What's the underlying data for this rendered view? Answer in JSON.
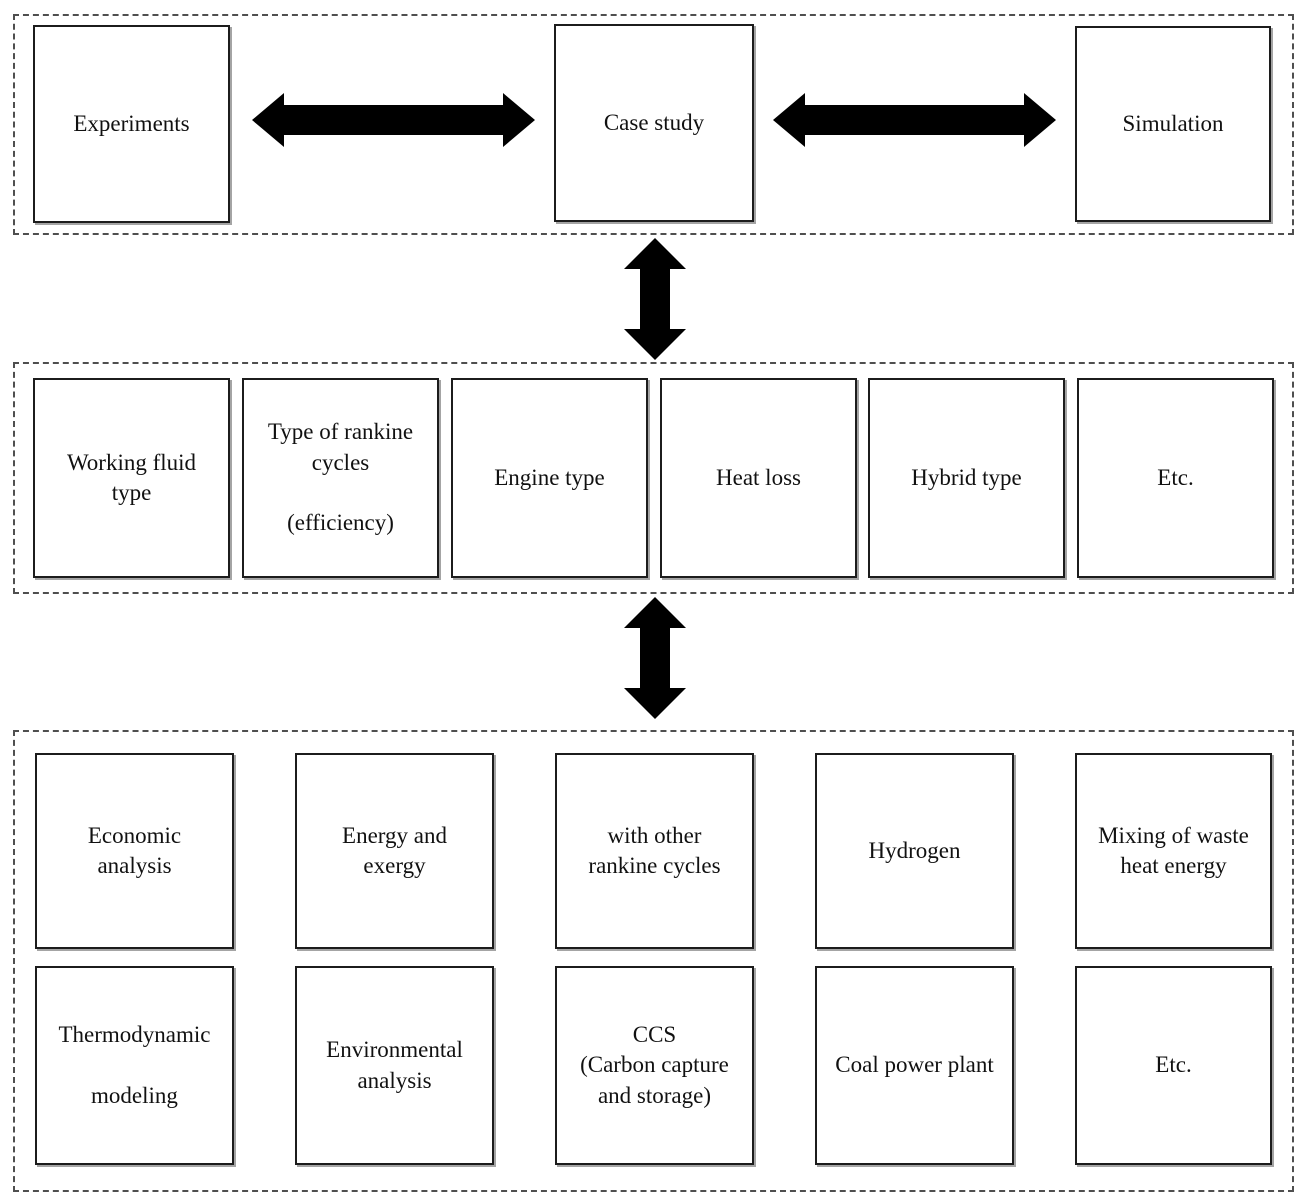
{
  "figure": {
    "description": "Research approach diagram linking study methods, rankine-cycle criteria, and application topics",
    "colors": {
      "background": "#ffffff",
      "box_border": "#1c1c1c",
      "dashed_border": "#4f4f4f",
      "arrow": "#000000",
      "text": "#111111"
    },
    "sections": {
      "top": {
        "boxes": [
          {
            "label": "Experiments"
          },
          {
            "label": "Case study"
          },
          {
            "label": "Simulation"
          }
        ]
      },
      "middle": {
        "boxes": [
          {
            "label": "Working fluid\ntype"
          },
          {
            "label": "Type of rankine\ncycles\n\n(efficiency)"
          },
          {
            "label": "Engine type"
          },
          {
            "label": "Heat loss"
          },
          {
            "label": "Hybrid type"
          },
          {
            "label": "Etc."
          }
        ]
      },
      "bottom": {
        "row1": [
          {
            "label": "Economic\nanalysis"
          },
          {
            "label": "Energy and\nexergy"
          },
          {
            "label": "with other\nrankine cycles"
          },
          {
            "label": "Hydrogen"
          },
          {
            "label": "Mixing of waste\nheat energy"
          }
        ],
        "row2": [
          {
            "label": "Thermodynamic\n\nmodeling"
          },
          {
            "label": "Environmental\nanalysis"
          },
          {
            "label": "CCS\n(Carbon capture\nand storage)"
          },
          {
            "label": "Coal power plant"
          },
          {
            "label": "Etc."
          }
        ]
      }
    }
  }
}
